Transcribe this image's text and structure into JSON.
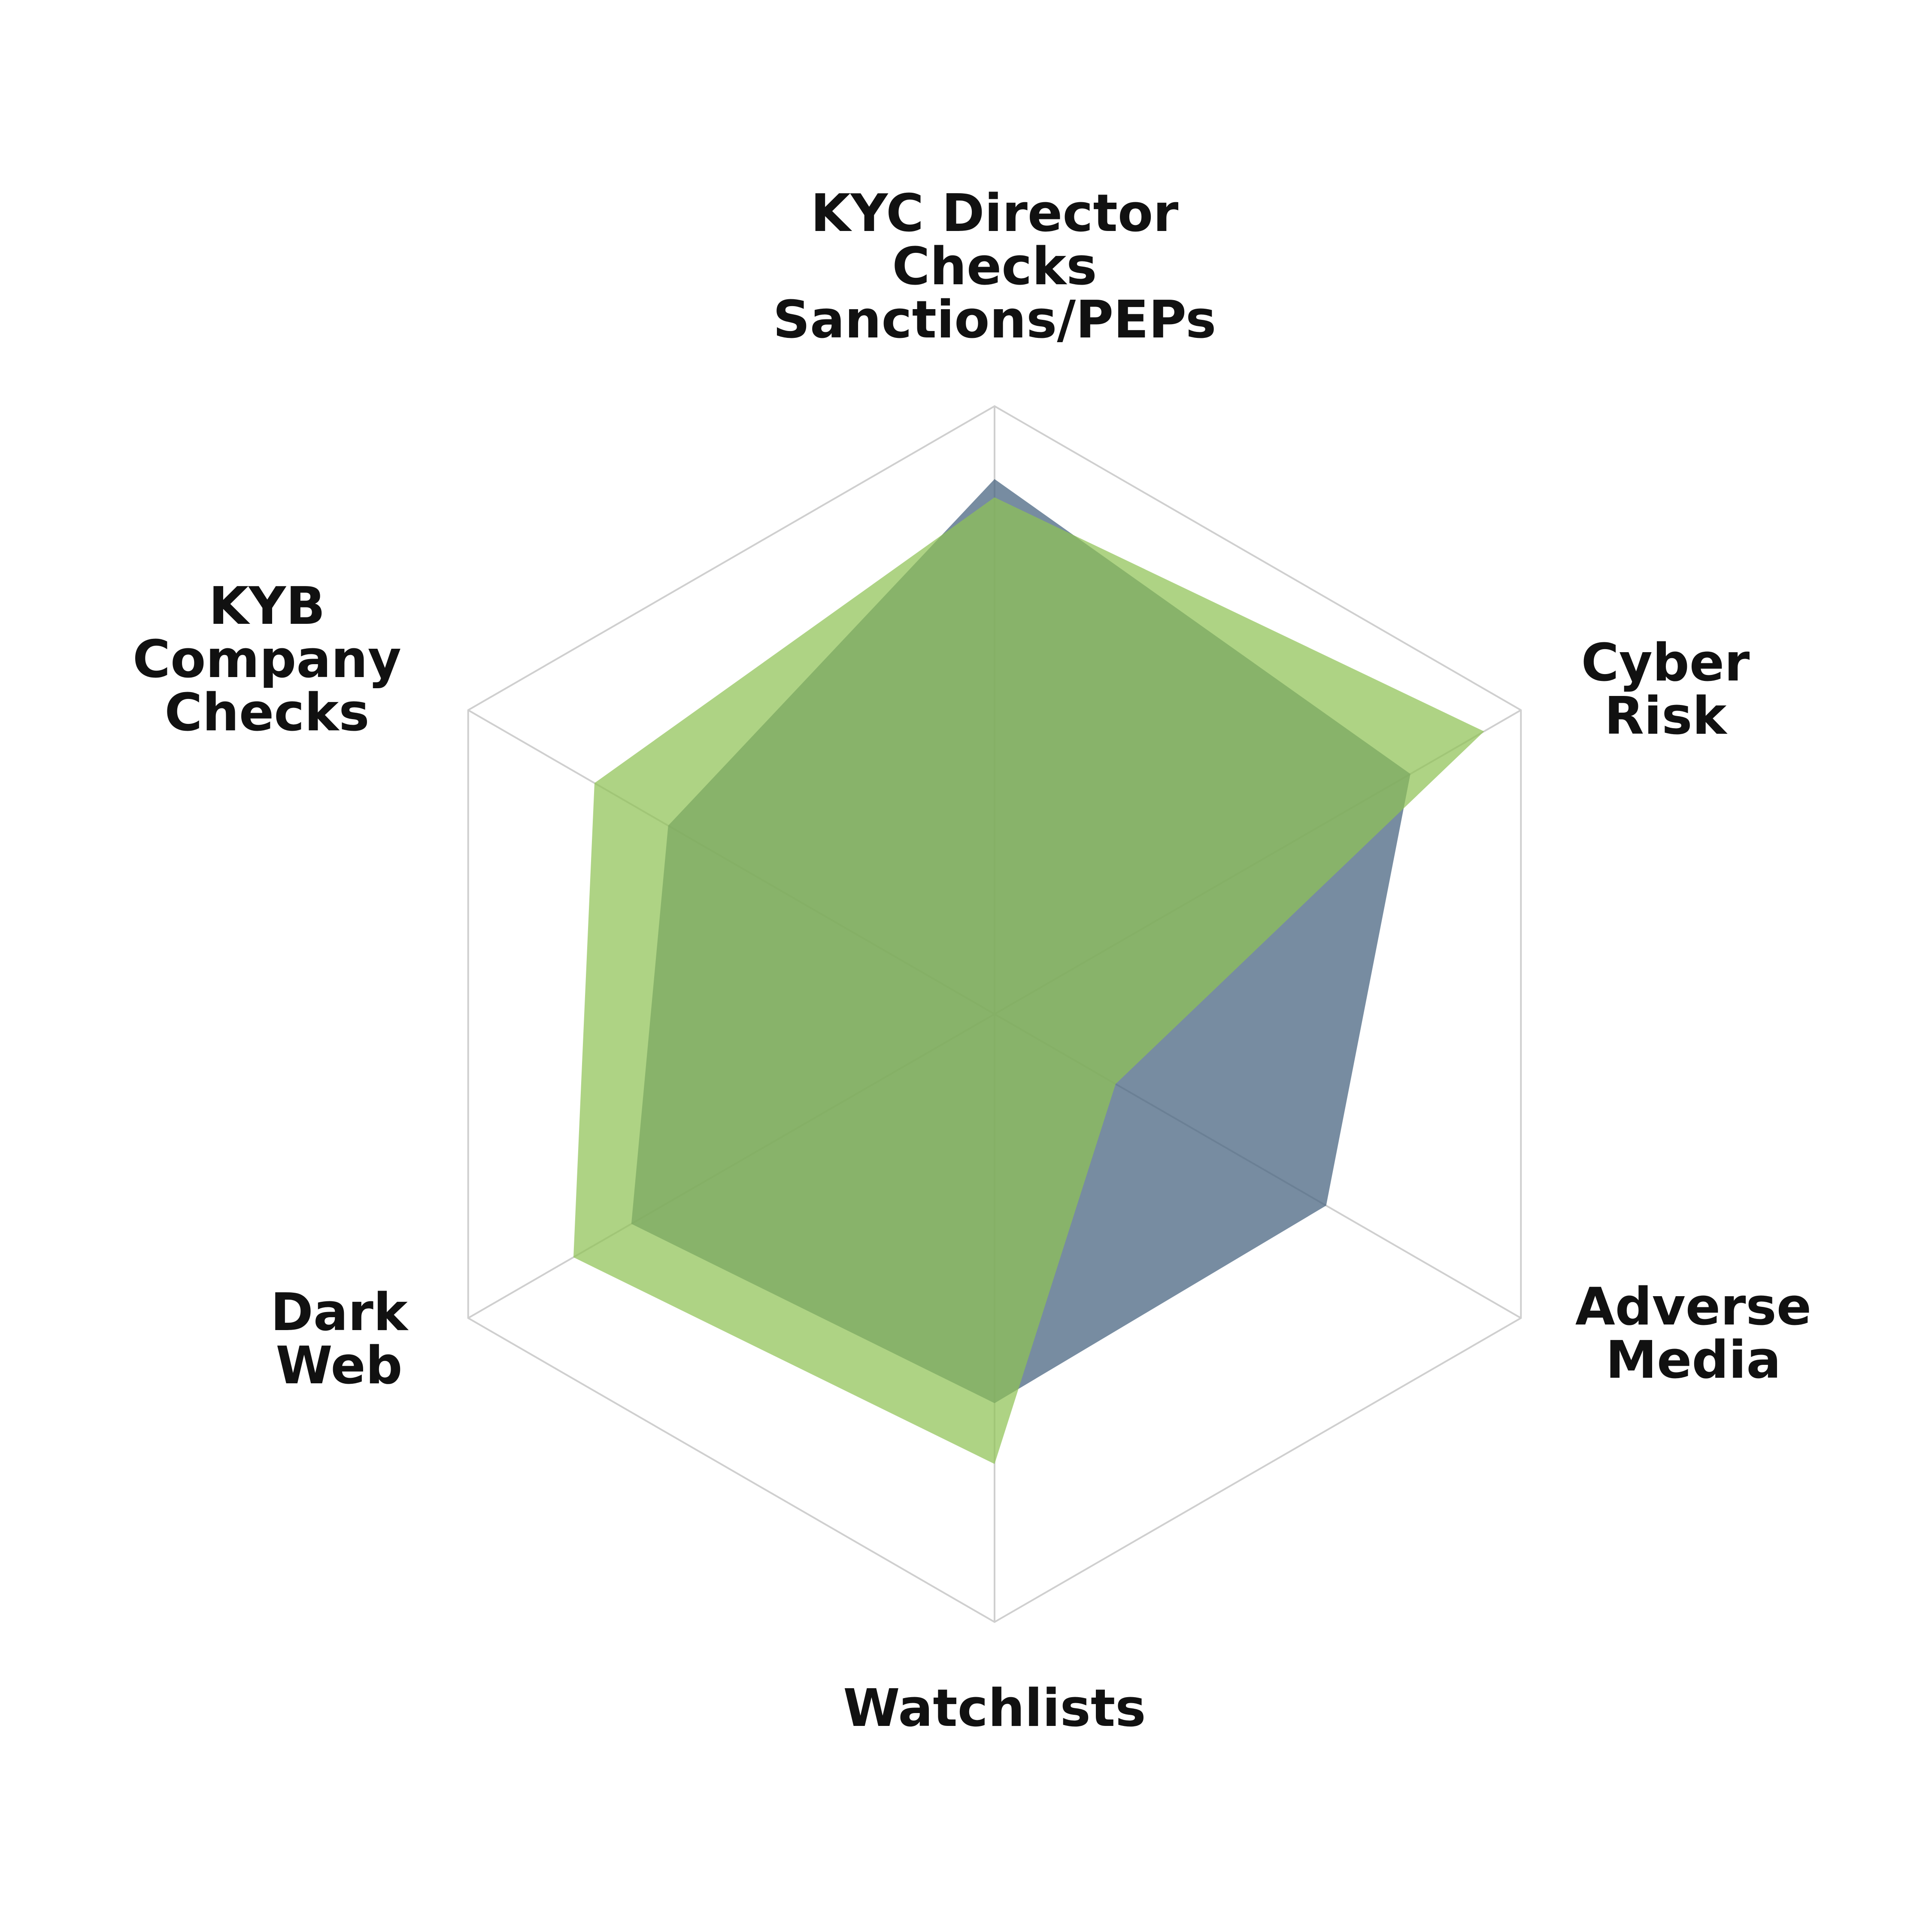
{
  "chart_data": {
    "type": "radar",
    "axes": [
      {
        "label_lines": [
          "KYC Director",
          "Checks",
          "Sanctions/PEPs"
        ]
      },
      {
        "label_lines": [
          "Cyber",
          "Risk"
        ]
      },
      {
        "label_lines": [
          "Adverse",
          "Media"
        ]
      },
      {
        "label_lines": [
          "Watchlists"
        ]
      },
      {
        "label_lines": [
          "Dark",
          "Web"
        ]
      },
      {
        "label_lines": [
          "KYB",
          "Company",
          "Checks"
        ]
      }
    ],
    "range": [
      0,
      1
    ],
    "grid": "outer hexagon with spokes",
    "series": [
      {
        "color": "#4a6582",
        "opacity": 0.75,
        "values": [
          0.88,
          0.79,
          0.63,
          0.64,
          0.69,
          0.62
        ]
      },
      {
        "color": "#8fc254",
        "opacity": 0.72,
        "values": [
          0.85,
          0.93,
          0.23,
          0.74,
          0.8,
          0.76
        ]
      }
    ]
  },
  "colors": {
    "background": "#ffffff",
    "grid": "#cfcfcf",
    "label": "#111111"
  }
}
